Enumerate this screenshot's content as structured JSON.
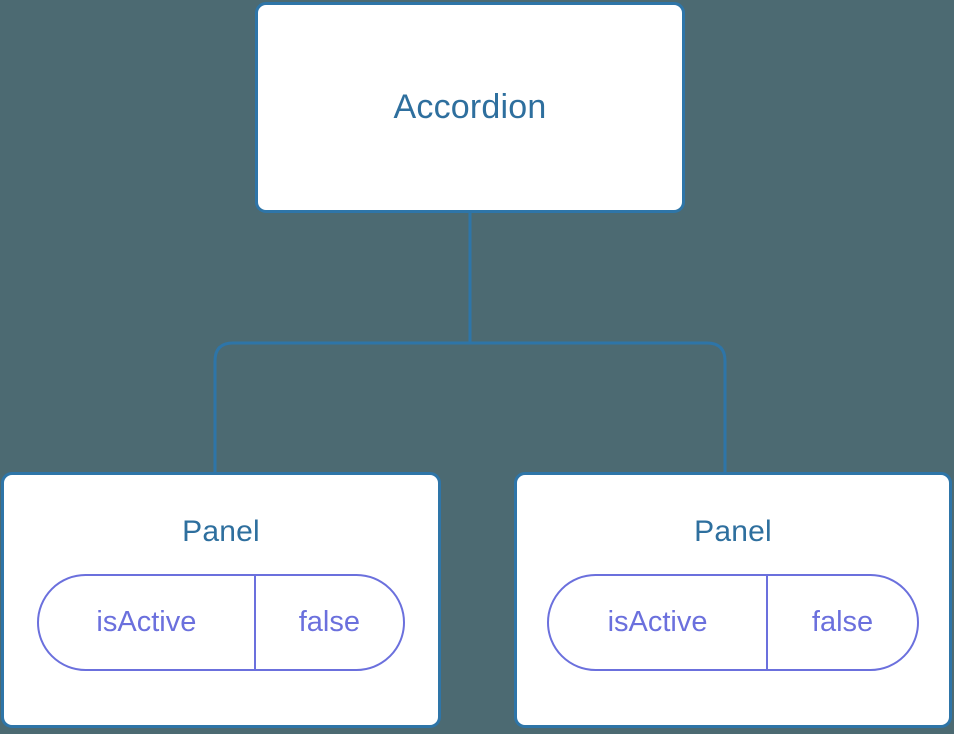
{
  "diagram": {
    "type": "component-tree",
    "background_color": "#4c6a72",
    "node_border_color": "#2e75a8",
    "node_title_color": "#2e6f9e",
    "pill_color": "#6b70dd",
    "edge_color": "#2e75a8",
    "root": {
      "title": "Accordion"
    },
    "children": [
      {
        "title": "Panel",
        "props": [
          {
            "key": "isActive",
            "value": "false"
          }
        ]
      },
      {
        "title": "Panel",
        "props": [
          {
            "key": "isActive",
            "value": "false"
          }
        ]
      }
    ]
  }
}
